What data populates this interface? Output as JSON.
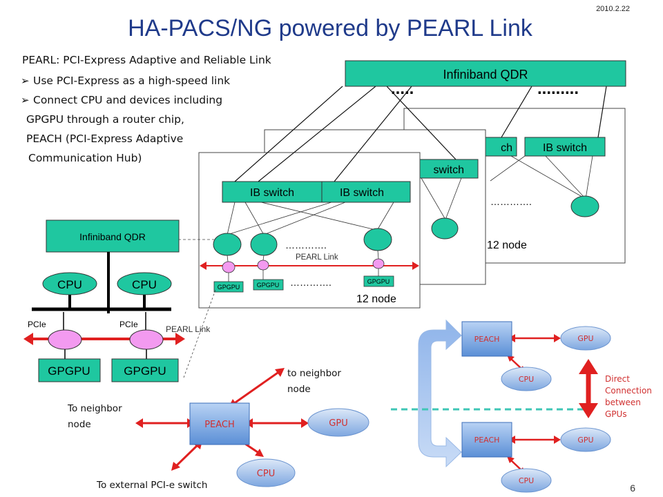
{
  "date": "2010.2.22",
  "title": "HA-PACS/NG powered by PEARL Link",
  "page_number": "6",
  "intro": {
    "heading": "PEARL: PCI-Express Adaptive and Reliable Link",
    "bullets": [
      "Use PCI-Express as a high-speed link",
      "Connect CPU and devices including"
    ],
    "continuation": [
      "GPGPU through a router chip,",
      "PEACH (PCI-Express Adaptive",
      "Communication Hub)"
    ]
  },
  "cluster": {
    "top_switch": "Infiniband QDR",
    "dots_left": ".....",
    "dots_right": ".........",
    "ib_switch": "IB switch",
    "ib_switch_partial_back": "ch",
    "ib_switch_partial_middle": "switch",
    "node_count": "12 node",
    "dots_nodes": "………….",
    "pearl_link": "PEARL Link",
    "gpgpu": "GPGPU"
  },
  "node_detail": {
    "infiniband": "Infiniband QDR",
    "cpu": "CPU",
    "pcie": "PCIe",
    "gpgpu": "GPGPU",
    "pearl_link": "PEARL Link"
  },
  "peach_detail": {
    "peach": "PEACH",
    "gpu": "GPU",
    "cpu": "CPU",
    "to_neighbor_right": [
      "to neighbor",
      "node"
    ],
    "to_neighbor_left": [
      "To neighbor",
      "node"
    ],
    "to_external": "To external PCI-e switch"
  },
  "direct": {
    "peach": "PEACH",
    "gpu": "GPU",
    "cpu": "CPU",
    "label": [
      "Direct",
      "Connection",
      "between",
      "GPUs"
    ]
  },
  "colors": {
    "title": "#1f3a8a",
    "teal": "#1fc7a0",
    "pink": "#f39af0",
    "red": "#e02020",
    "peach_box": "#6f9fdc",
    "direct_text": "#d03030"
  }
}
